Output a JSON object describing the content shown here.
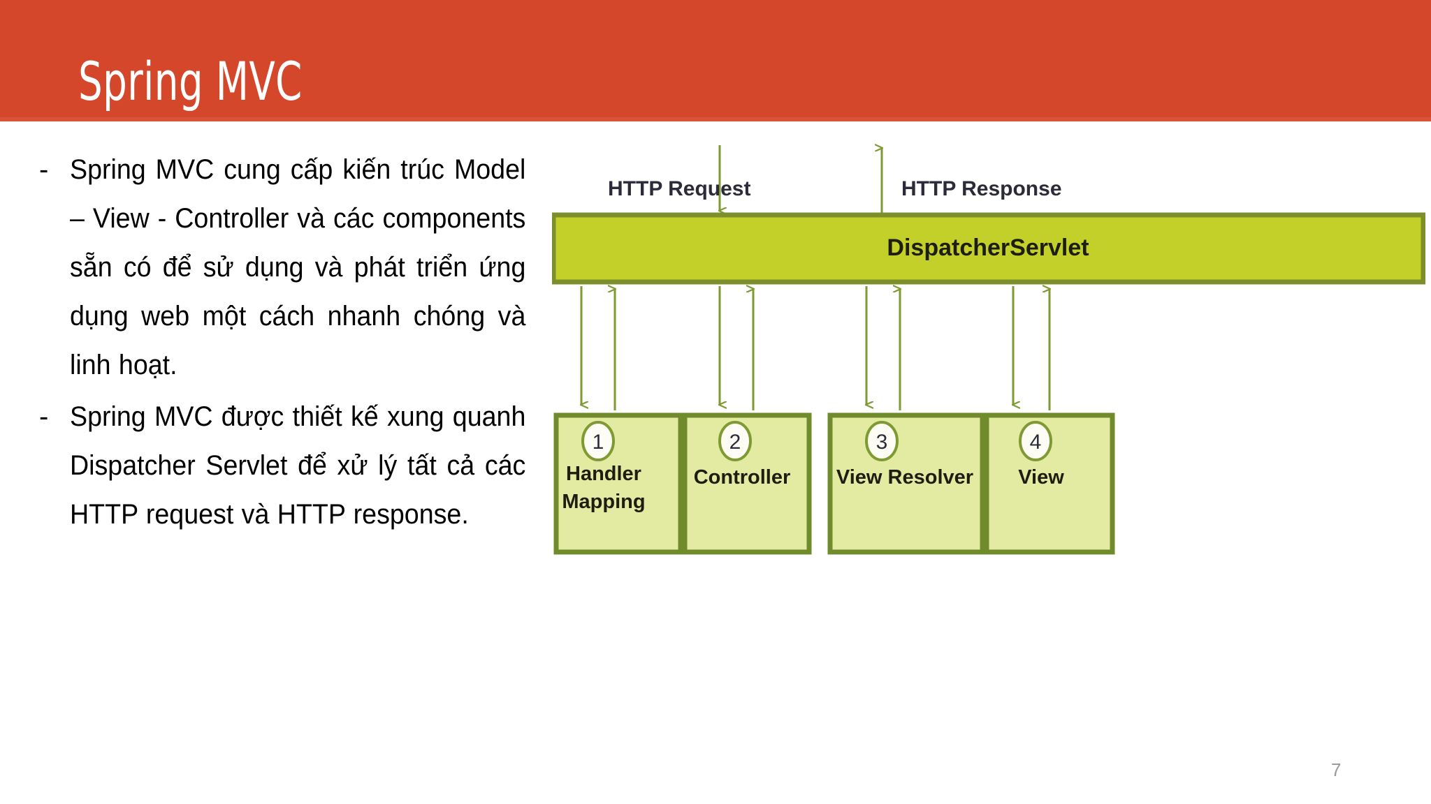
{
  "slide": {
    "title": "Spring MVC",
    "page_number": "7",
    "banner_color": "#d4472a",
    "title_color": "#ffffff"
  },
  "body": {
    "bullets": [
      {
        "marker": "-",
        "text": "Spring MVC cung cấp kiến trúc Model – View - Controller và các components sẵn có để sử dụng và phát triển ứng dụng web một cách nhanh chóng và linh hoạt."
      },
      {
        "marker": "-",
        "text": "Spring MVC được thiết kế xung quanh Dispatcher Servlet để xử lý tất cả các HTTP request và HTTP response."
      }
    ]
  },
  "diagram": {
    "type": "flow",
    "colors": {
      "dispatcher_fill": "#c3d029",
      "dispatcher_border": "#7d8f2c",
      "box_fill": "#e3eaa2",
      "box_border": "#6f8b2c",
      "arrow": "#7f9a33",
      "circle_fill": "#fdfdf6",
      "circle_border": "#7f9a33",
      "label_color": "#2b2b3a",
      "box_label_color": "#1d1d10"
    },
    "inbound_label": "HTTP Request",
    "outbound_label": "HTTP Response",
    "dispatcher": "DispatcherServlet",
    "components": [
      {
        "number": "1",
        "label_line1": "Handler",
        "label_line2": "Mapping"
      },
      {
        "number": "2",
        "label_line1": "Controller",
        "label_line2": ""
      },
      {
        "number": "3",
        "label_line1": "View Resolver",
        "label_line2": ""
      },
      {
        "number": "4",
        "label_line1": "View",
        "label_line2": ""
      }
    ]
  }
}
